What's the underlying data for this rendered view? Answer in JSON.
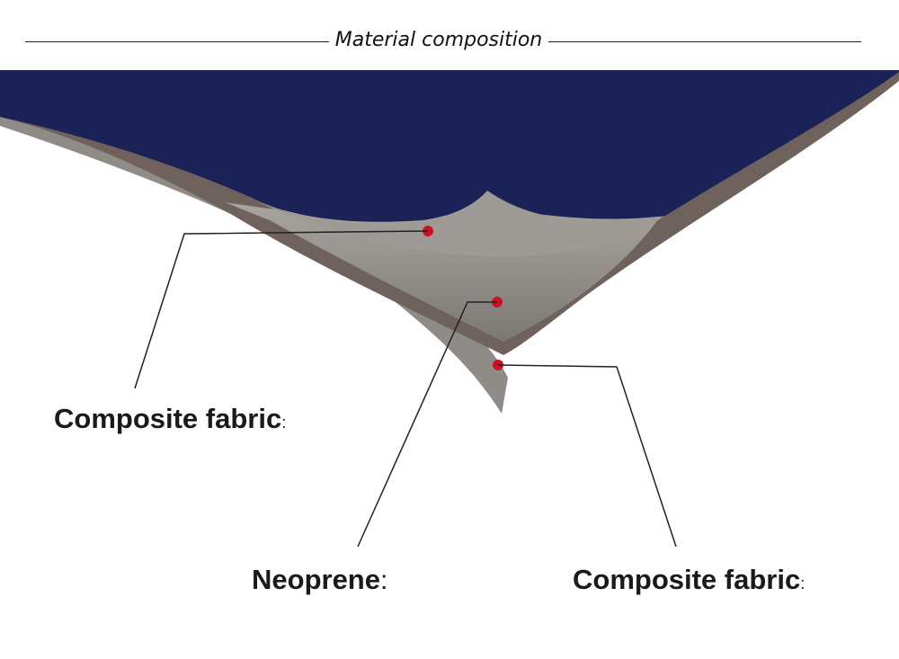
{
  "header": {
    "title": "Material composition"
  },
  "labels": {
    "top_layer": {
      "text": "Composite fabric",
      "suffix": ":"
    },
    "middle_layer": {
      "text": "Neoprene",
      "suffix": ":"
    },
    "bottom_layer": {
      "text": "Composite fabric",
      "suffix": ":"
    }
  },
  "colors": {
    "fabric_navy": "#1a2258",
    "neoprene_brown": "#6f625c",
    "fabric_grey": "#8d8a86",
    "marker_red": "#cc1122"
  }
}
